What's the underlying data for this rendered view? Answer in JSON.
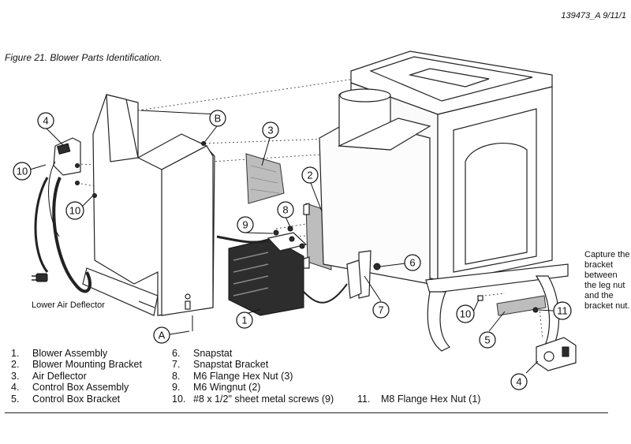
{
  "header": {
    "doc_id": "139473_A  9/11/1",
    "figure_title": "Figure 21.  Blower Parts Identification."
  },
  "callouts": {
    "c1": "1",
    "c2": "2",
    "c3": "3",
    "c4a": "4",
    "c4b": "4",
    "c5": "5",
    "c6": "6",
    "c7": "7",
    "c8": "8",
    "c9": "9",
    "c10a": "10",
    "c10b": "10",
    "c10c": "10",
    "c11": "11",
    "cA": "A",
    "cB": "B"
  },
  "annotations": {
    "lower_air_deflector": "Lower Air Deflector",
    "capture_note": "Capture the bracket between the leg nut and the bracket nut."
  },
  "parts_list": {
    "col1": [
      {
        "num": "1.",
        "label": "Blower Assembly"
      },
      {
        "num": "2.",
        "label": "Blower Mounting Bracket"
      },
      {
        "num": "3.",
        "label": "Air Deflector"
      },
      {
        "num": "4.",
        "label": "Control Box Assembly"
      },
      {
        "num": "5.",
        "label": "Control Box Bracket"
      }
    ],
    "col2": [
      {
        "num": "6.",
        "label": "Snapstat"
      },
      {
        "num": "7.",
        "label": "Snapstat Bracket"
      },
      {
        "num": "8.",
        "label": "M6 Flange Hex Nut (3)"
      },
      {
        "num": "9.",
        "label": "M6 Wingnut (2)"
      },
      {
        "num": "10.",
        "label": "#8  x 1/2\" sheet metal screws (9)"
      }
    ],
    "col3": [
      {
        "num": "11.",
        "label": "M8 Flange Hex Nut (1)"
      }
    ]
  }
}
